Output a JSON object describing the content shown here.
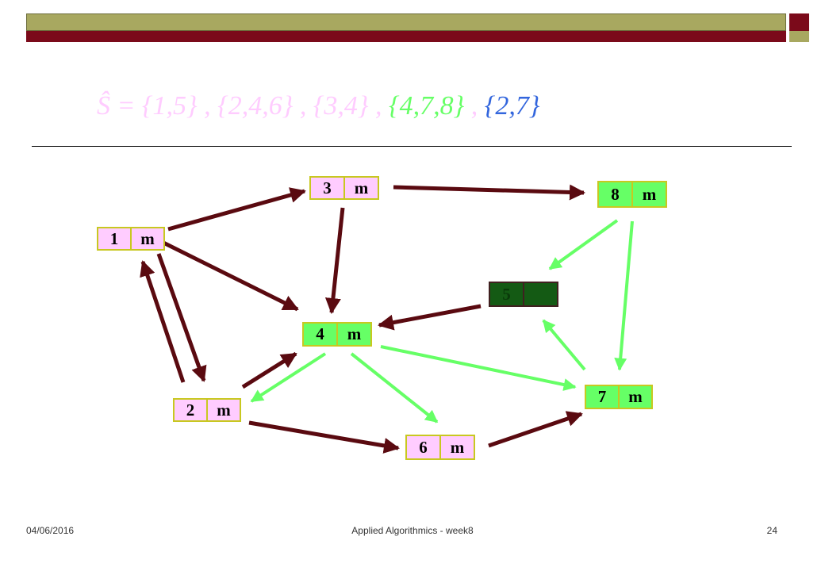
{
  "title": {
    "parts": [
      {
        "text": "Ŝ = {1,5} , {2,4,6} , {3,4} , ",
        "color": "#ffccff"
      },
      {
        "text": "{4,7,8}",
        "color": "#66ff66"
      },
      {
        "text": " , ",
        "color": "#ffccff"
      },
      {
        "text": "{2,7}",
        "color": "#3366dd"
      }
    ]
  },
  "nodes": [
    {
      "id": "1",
      "label": "1",
      "mark": "m",
      "fill": "pink"
    },
    {
      "id": "2",
      "label": "2",
      "mark": "m",
      "fill": "pink"
    },
    {
      "id": "3",
      "label": "3",
      "mark": "m",
      "fill": "pink"
    },
    {
      "id": "4",
      "label": "4",
      "mark": "m",
      "fill": "green"
    },
    {
      "id": "5",
      "label": "5",
      "mark": "",
      "fill": "dark"
    },
    {
      "id": "6",
      "label": "6",
      "mark": "m",
      "fill": "pink"
    },
    {
      "id": "7",
      "label": "7",
      "mark": "m",
      "fill": "green"
    },
    {
      "id": "8",
      "label": "8",
      "mark": "m",
      "fill": "green"
    }
  ],
  "edges": [
    {
      "from": "1",
      "to": "3",
      "color": "maroon"
    },
    {
      "from": "1",
      "to": "4",
      "color": "maroon"
    },
    {
      "from": "1",
      "to": "2",
      "color": "maroon"
    },
    {
      "from": "2",
      "to": "1",
      "color": "maroon"
    },
    {
      "from": "3",
      "to": "8",
      "color": "maroon"
    },
    {
      "from": "3",
      "to": "4",
      "color": "maroon"
    },
    {
      "from": "5",
      "to": "4",
      "color": "maroon"
    },
    {
      "from": "2",
      "to": "4",
      "color": "maroon"
    },
    {
      "from": "2",
      "to": "6",
      "color": "maroon"
    },
    {
      "from": "6",
      "to": "7",
      "color": "maroon"
    },
    {
      "from": "8",
      "to": "5",
      "color": "green"
    },
    {
      "from": "8",
      "to": "7",
      "color": "green"
    },
    {
      "from": "7",
      "to": "5",
      "color": "green"
    },
    {
      "from": "4",
      "to": "7",
      "color": "green"
    },
    {
      "from": "4",
      "to": "2",
      "color": "green"
    },
    {
      "from": "4",
      "to": "6",
      "color": "green"
    }
  ],
  "colors": {
    "maroon": "#5a0a10",
    "green": "#66ff66",
    "pink": "#ffccff",
    "title_blue": "#3366dd"
  },
  "footer": {
    "date": "04/06/2016",
    "course": "Applied Algorithmics - week8",
    "page": "24"
  }
}
